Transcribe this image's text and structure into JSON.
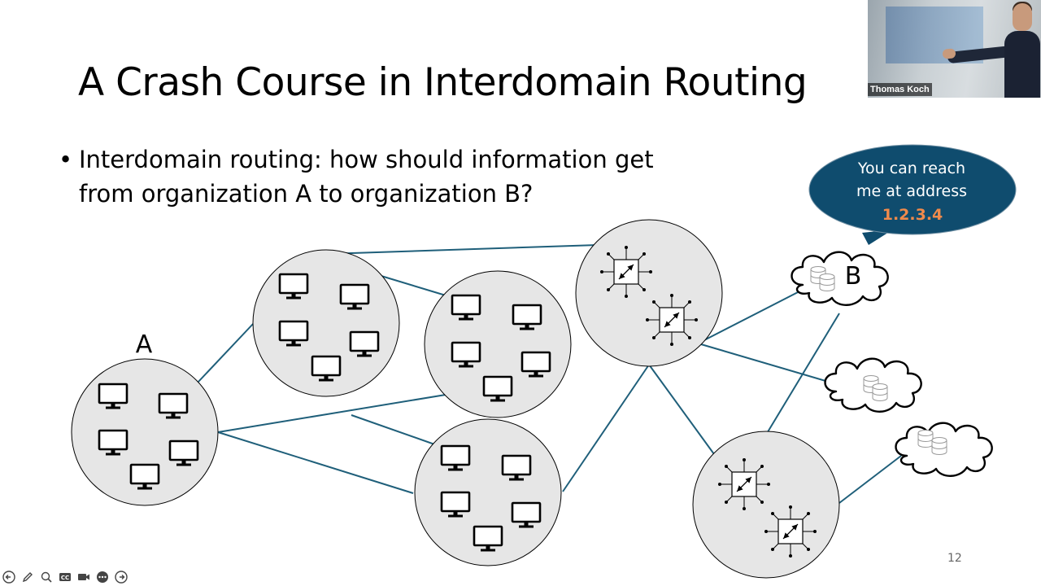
{
  "slide": {
    "title": "A Crash Course in Interdomain Routing",
    "bullet_marker": "•",
    "bullet_text": "Interdomain routing: how should information get from organization A to organization B?",
    "slide_number": "12"
  },
  "diagram": {
    "label_a": "A",
    "label_b": "B",
    "speech_bubble": {
      "line1": "You can reach",
      "line2": "me at address",
      "address": "1.2.3.4"
    }
  },
  "webcam": {
    "presenter_name": "Thomas Koch"
  },
  "toolbar": {
    "icons": [
      "back-arrow-icon",
      "pen-icon",
      "zoom-icon",
      "captions-icon",
      "video-icon",
      "more-icon",
      "forward-arrow-icon"
    ]
  },
  "colors": {
    "line": "#1f5f7a",
    "domain_fill": "#e6e6e6",
    "bubble_fill": "#0f4c6e",
    "address": "#f08a4b"
  }
}
